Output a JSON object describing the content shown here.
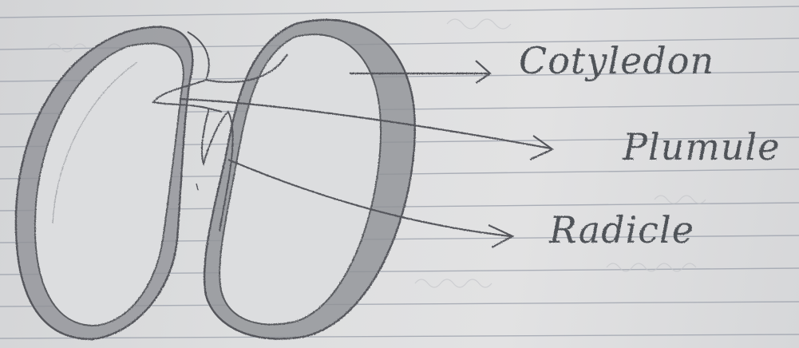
{
  "diagram": {
    "labels": {
      "cotyledon": "Cotyledon",
      "plumule": "Plumule",
      "radicle": "Radicle"
    },
    "colors": {
      "paper": "#dcdddf",
      "ruled_line": "#9ea3ad",
      "pencil": "#55575c",
      "shading": "#8d8f94"
    }
  }
}
